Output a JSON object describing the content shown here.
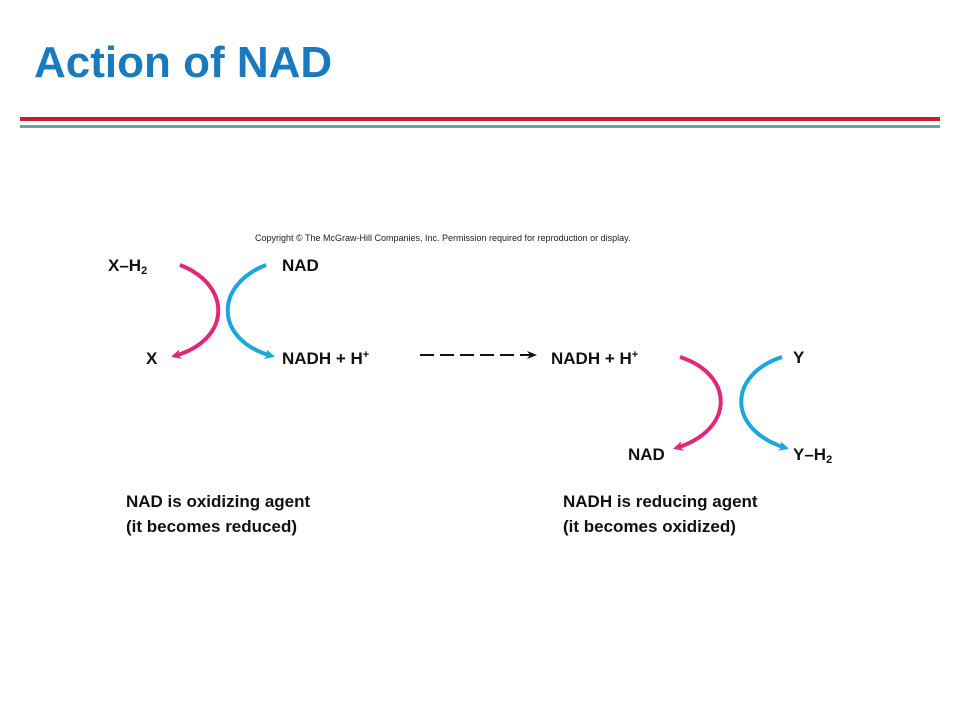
{
  "slide": {
    "title": "Action of NAD",
    "copyright": "Copyright © The McGraw-Hill Companies, Inc. Permission required for reproduction or display."
  },
  "colors": {
    "title": "#1a7ac0",
    "rule_red": "#c8202a",
    "rule_teal": "#5aa8b0",
    "magenta_arrow": "#e0287a",
    "cyan_arrow": "#1aa8dc",
    "text": "#111111"
  },
  "reaction_left": {
    "substrate_in": {
      "base": "X–H",
      "sub": "2"
    },
    "substrate_out": "X",
    "coenzyme_in": "NAD",
    "coenzyme_out": {
      "base": "NADH + H",
      "sup": "+"
    }
  },
  "transfer_arrow": {
    "style": "dashed"
  },
  "reaction_right": {
    "coenzyme_in": {
      "base": "NADH + H",
      "sup": "+"
    },
    "coenzyme_out": "NAD",
    "substrate_in": "Y",
    "substrate_out": {
      "base": "Y–H",
      "sub": "2"
    }
  },
  "captions": {
    "left": {
      "line1": "NAD is oxidizing agent",
      "line2": "(it becomes reduced)"
    },
    "right": {
      "line1": "NADH is reducing agent",
      "line2": "(it becomes oxidized)"
    }
  }
}
